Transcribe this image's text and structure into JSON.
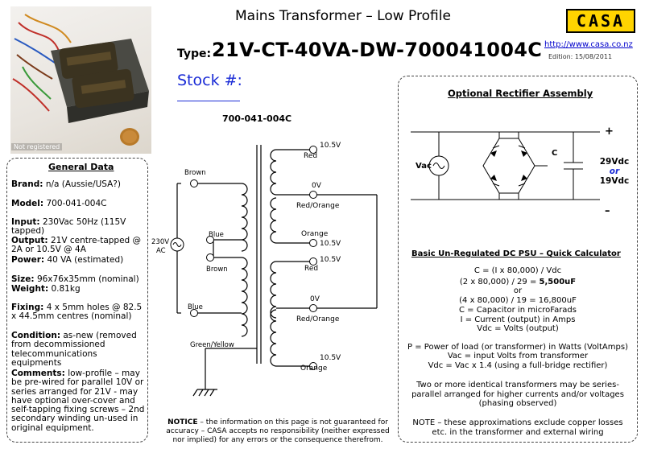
{
  "header": {
    "title": "Mains Transformer – Low Profile",
    "type_label": "Type:",
    "type_value": "21V-CT-40VA-DW-700041004C",
    "logo_text": "CASA",
    "url": "http://www.casa.co.nz",
    "edition": "Edition: 15/08/2011",
    "stock_label": "Stock #:",
    "part_number": "700-041-004C"
  },
  "photo": {
    "caption": "Not registered"
  },
  "general": {
    "heading": "General Data",
    "brand_label": "Brand:",
    "brand_value": "n/a (Aussie/USA?)",
    "model_label": "Model:",
    "model_value": "700-041-004C",
    "input_label": "Input:",
    "input_value": "230Vac 50Hz (115V tapped)",
    "output_label": "Output:",
    "output_value": "21V centre-tapped @ 2A or 10.5V @ 4A",
    "power_label": "Power:",
    "power_value": "40 VA (estimated)",
    "size_label": "Size:",
    "size_value": "96x76x35mm (nominal)",
    "weight_label": "Weight:",
    "weight_value": "0.81kg",
    "fixing_label": "Fixing:",
    "fixing_value": "4 x 5mm holes @ 82.5 x 44.5mm centres (nominal)",
    "condition_label": "Condition:",
    "condition_value": "as-new (removed from decommissioned telecommunications equipments",
    "comments_label": "Comments:",
    "comments_value": "low-profile – may be pre-wired for parallel 10V or series arranged for 21V - may have optional over-cover and self-tapping fixing screws – 2nd secondary winding un-used in original equipment."
  },
  "schematic": {
    "primary_input": "230V",
    "primary_input_unit": "AC",
    "wire_brown_top": "Brown",
    "wire_blue_mid": "Blue",
    "wire_brown_mid": "Brown",
    "wire_blue_bottom": "Blue",
    "wire_ground": "Green/Yellow",
    "sec1_top_v": "10.5V",
    "sec1_top_color": "Red",
    "sec1_ct_v": "0V",
    "sec1_ct_color": "Red/Orange",
    "sec1_bot_color": "Orange",
    "sec1_bot_v": "10.5V",
    "sec2_top_v": "10.5V",
    "sec2_top_color": "Red",
    "sec2_ct_v": "0V",
    "sec2_ct_color": "Red/Orange",
    "sec2_bot_v": "10.5V",
    "sec2_bot_color": "Orange"
  },
  "rectifier": {
    "heading": "Optional Rectifier Assembly",
    "vac_label": "Vac",
    "cap_label": "C",
    "plus": "+",
    "minus": "–",
    "out_a": "29Vdc",
    "out_or": "or",
    "out_b": "19Vdc"
  },
  "calculator": {
    "heading": "Basic Un-Regulated DC PSU – Quick Calculator",
    "formula": "C = (I x 80,000) / Vdc",
    "example1_prefix": "(2 x 80,000) / 29 = ",
    "example1_result": "5,500uF",
    "or": "or",
    "example2": "(4 x 80,000) / 19 = 16,800uF",
    "def_c": "C = Capacitor in microFarads",
    "def_i": "I = Current (output) in Amps",
    "def_vdc": "Vdc = Volts (output)",
    "def_p": "P = Power of load (or transformer) in Watts (VoltAmps)",
    "def_vac": "Vac = input Volts from transformer",
    "def_vdc2": "Vdc = Vac x 1.4 (using a full-bridge rectifier)",
    "series_note": "Two or more identical transformers may be series-parallel arranged for higher currents and/or voltages (phasing observed)",
    "approx_note": "NOTE – these approximations exclude copper losses etc. in the transformer and external wiring"
  },
  "notice": {
    "label": "NOTICE",
    "text": " – the information on this page is not guaranteed for accuracy – CASA accepts no responsibility (neither expressed nor implied) for any errors or the consequence therefrom."
  }
}
